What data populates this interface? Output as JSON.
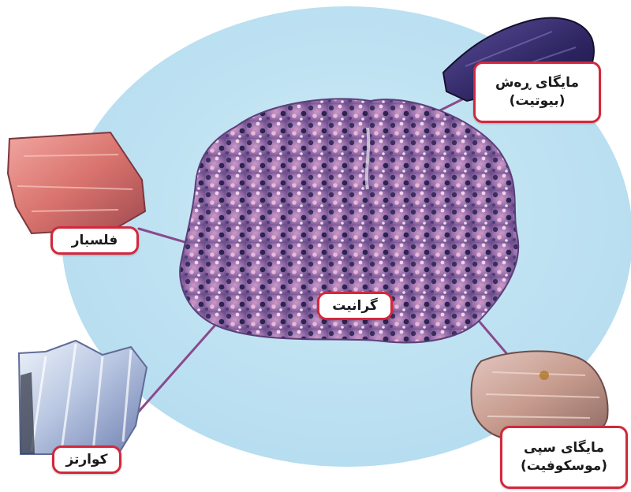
{
  "colors": {
    "background": "#ffffff",
    "backdrop_ellipse": "#bfe3f2",
    "label_border": "#d2283c",
    "connector_line": "#8a4a8c"
  },
  "labels": {
    "granite": "گرانیت",
    "feldspar": "فلسبار",
    "quartz": "کوارتز",
    "biotite_line1": "مایگای ڕەش",
    "biotite_line2": "(بیوتیت)",
    "muscovite_line1": "مایگای سپی",
    "muscovite_line2": "(موسکوفیت)"
  },
  "images": {
    "granite": "granite-rock",
    "feldspar": "feldspar-mineral",
    "quartz": "quartz-crystal",
    "biotite": "biotite-mineral",
    "muscovite": "muscovite-mineral"
  }
}
